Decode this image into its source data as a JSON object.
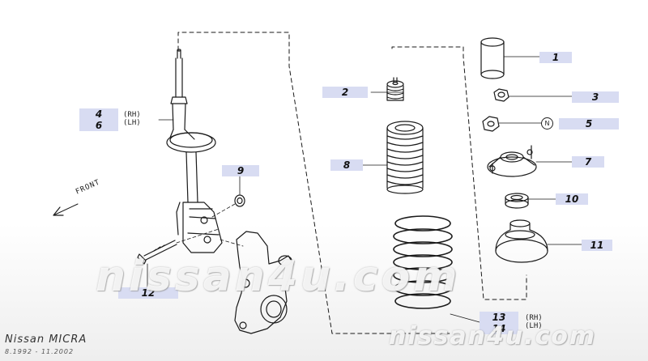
{
  "diagram": {
    "callouts": [
      {
        "id": "1",
        "lines": [
          "1"
        ]
      },
      {
        "id": "2",
        "lines": [
          "2"
        ]
      },
      {
        "id": "3",
        "lines": [
          "3"
        ]
      },
      {
        "id": "4-6",
        "lines": [
          "4",
          "6"
        ],
        "side": [
          "(RH)",
          "(LH)"
        ]
      },
      {
        "id": "5",
        "lines": [
          "5"
        ],
        "mark": "N"
      },
      {
        "id": "7",
        "lines": [
          "7"
        ]
      },
      {
        "id": "8",
        "lines": [
          "8"
        ]
      },
      {
        "id": "9",
        "lines": [
          "9"
        ]
      },
      {
        "id": "10",
        "lines": [
          "10"
        ]
      },
      {
        "id": "11",
        "lines": [
          "11"
        ]
      },
      {
        "id": "12",
        "lines": [
          "12"
        ]
      },
      {
        "id": "13-14",
        "lines": [
          "13",
          "14"
        ],
        "side": [
          "(RH)",
          "(LH)"
        ]
      }
    ],
    "front_label": "FRONT"
  },
  "footer": {
    "brand": "Nissan MICRA",
    "dates": "8.1992 - 11.2002"
  },
  "watermark": {
    "center": "nissan4u.com",
    "corner": "nissan4u.com"
  }
}
